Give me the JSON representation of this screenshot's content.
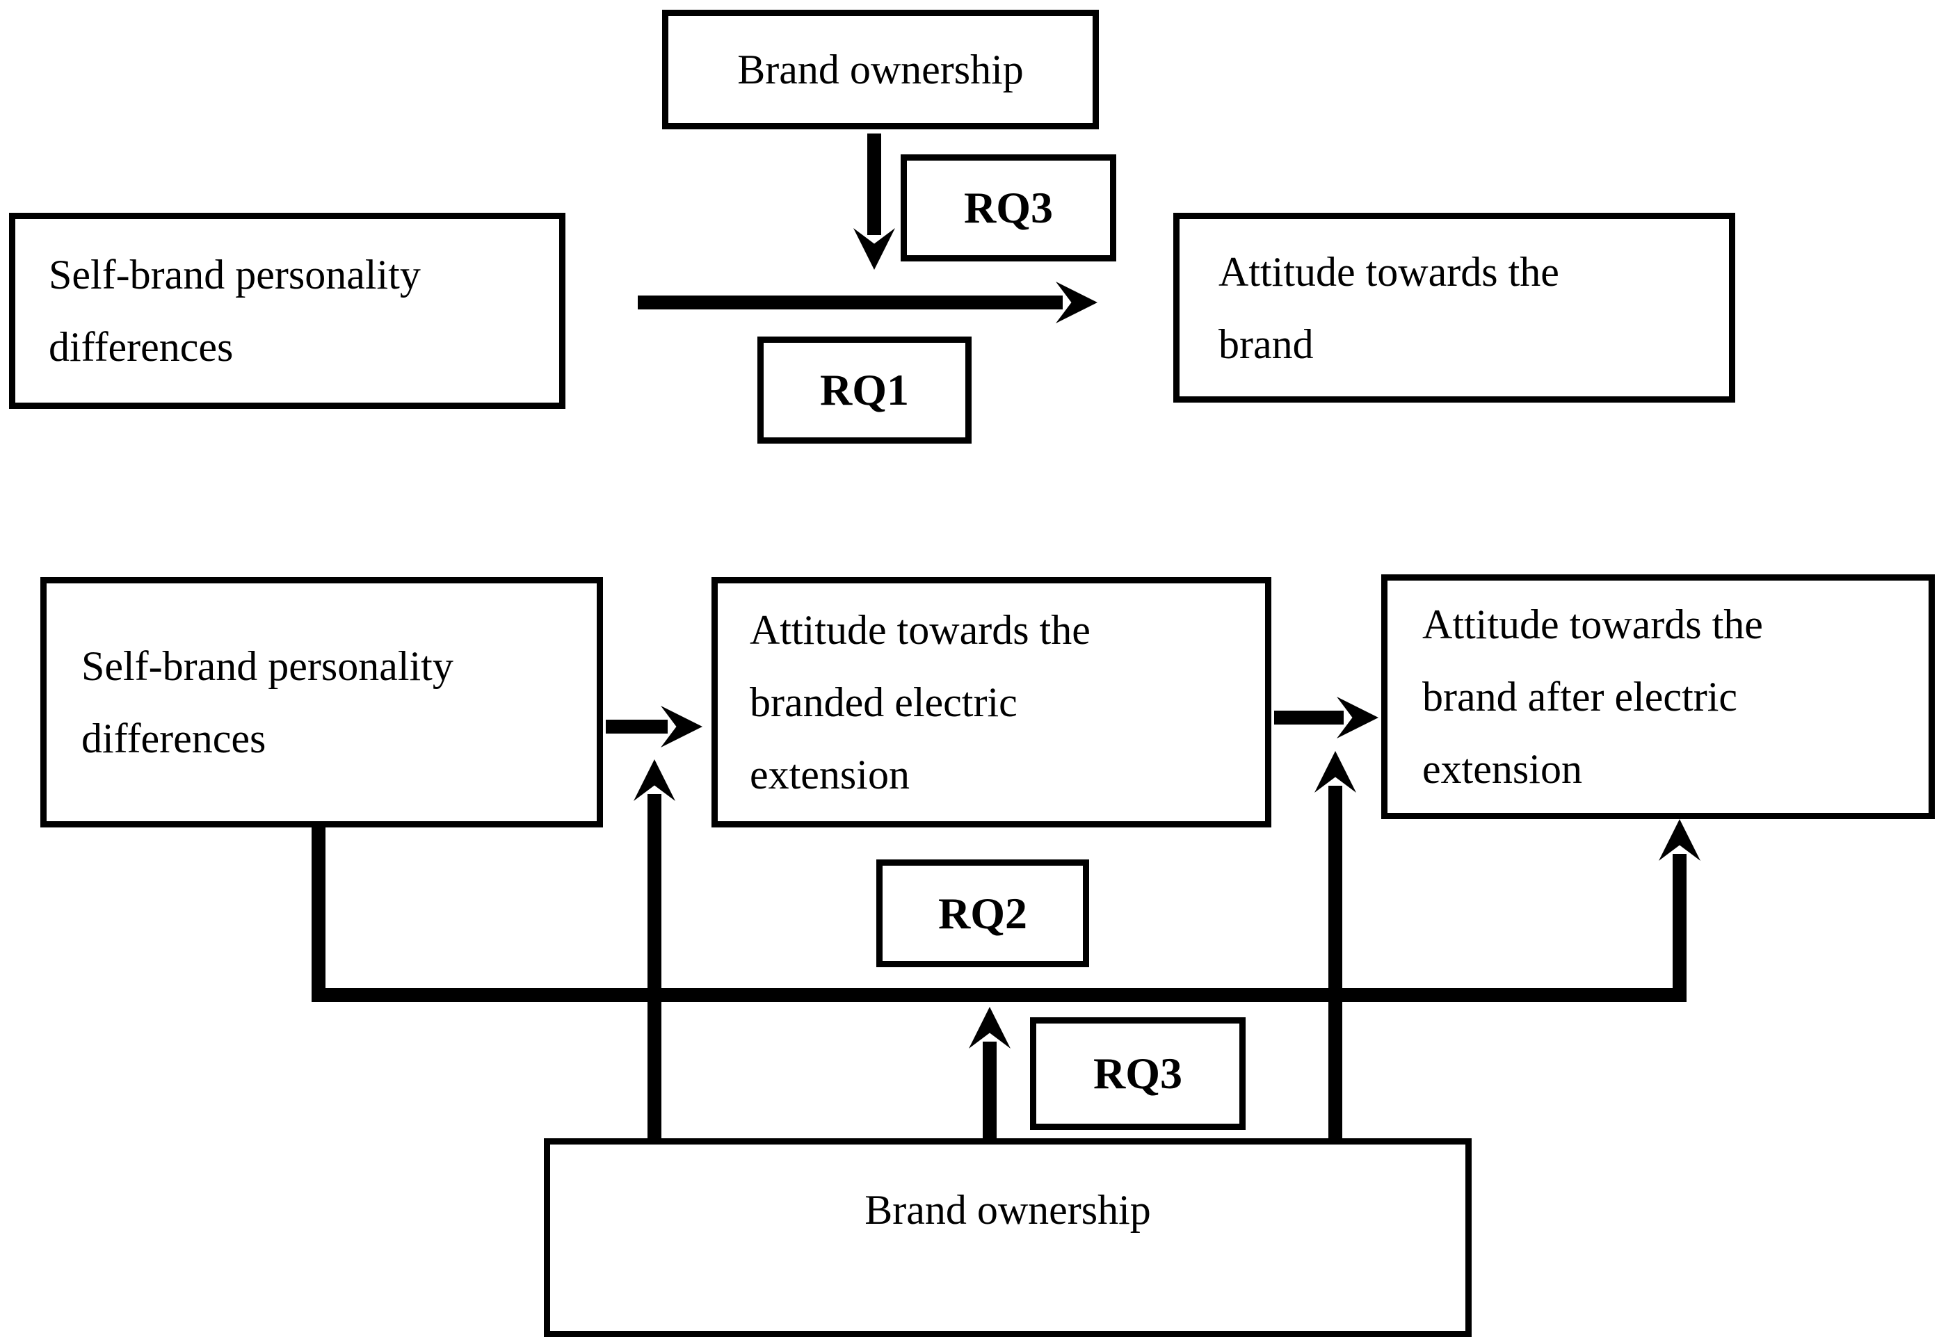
{
  "figure": {
    "description": "Two-panel conceptual research model diagram",
    "colors": {
      "ink": "#000000",
      "background": "#ffffff"
    }
  },
  "diagram_top": {
    "brand_ownership": {
      "label": "Brand ownership"
    },
    "rq3": {
      "label": "RQ3"
    },
    "self_brand": {
      "lines": [
        "Self-brand personality",
        "differences"
      ]
    },
    "rq1": {
      "label": "RQ1"
    },
    "attitude_brand": {
      "lines": [
        "Attitude towards the",
        "brand"
      ]
    }
  },
  "diagram_bottom": {
    "self_brand": {
      "lines": [
        "Self-brand personality",
        "differences"
      ]
    },
    "attitude_extension": {
      "lines": [
        "Attitude towards the",
        "branded electric",
        "extension"
      ]
    },
    "attitude_after": {
      "lines": [
        "Attitude towards the",
        "brand after electric",
        "extension"
      ]
    },
    "rq2": {
      "label": "RQ2"
    },
    "rq3": {
      "label": "RQ3"
    },
    "brand_ownership": {
      "label": "Brand ownership"
    }
  }
}
